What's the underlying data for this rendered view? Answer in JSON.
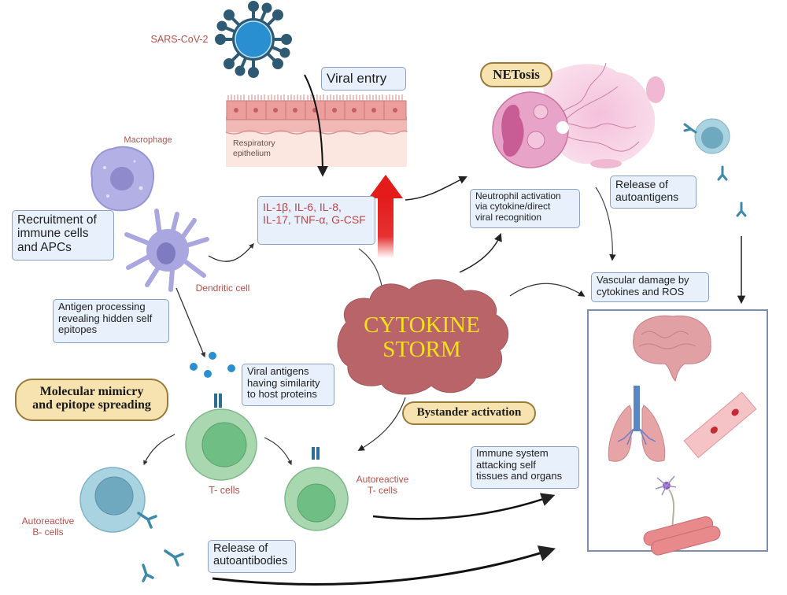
{
  "diagram": {
    "title_center": {
      "line1": "CYTOKINE",
      "line2": "STORM"
    },
    "labels": {
      "virus": "SARS-CoV-2",
      "epithelium_line1": "Respiratory",
      "epithelium_line2": "epithelium",
      "macrophage": "Macrophage",
      "dendritic": "Dendritic cell",
      "tcells": "T- cells",
      "autoreactive_t_line1": "Autoreactive",
      "autoreactive_t_line2": "T- cells",
      "autoreactive_b_line1": "Autoreactive",
      "autoreactive_b_line2": "B- cells"
    },
    "boxes": {
      "viral_entry": "Viral entry",
      "cytokines_line1": "IL-1β, IL-6, IL-8,",
      "cytokines_line2": "IL-17, TNF-α, G-CSF",
      "recruitment_line1": "Recruitment of",
      "recruitment_line2": "immune cells",
      "recruitment_line3": "and APCs",
      "antigen_line1": "Antigen processing",
      "antigen_line2": "revealing hidden self",
      "antigen_line3": "epitopes",
      "viral_antigens_line1": "Viral antigens",
      "viral_antigens_line2": "having similarity",
      "viral_antigens_line3": "to host proteins",
      "neutrophil_line1": "Neutrophil activation",
      "neutrophil_line2": "via cytokine/direct",
      "neutrophil_line3": "viral recognition",
      "autoantigens_line1": "Release of",
      "autoantigens_line2": "autoantigens",
      "vascular_line1": "Vascular damage by",
      "vascular_line2": "cytokines and ROS",
      "immune_attack_line1": "Immune system",
      "immune_attack_line2": "attacking self",
      "immune_attack_line3": "tissues and organs",
      "autoantibodies_line1": "Release of",
      "autoantibodies_line2": "autoantibodies"
    },
    "pills": {
      "netosis": "NETosis",
      "mimicry_line1": "Molecular mimicry",
      "mimicry_line2": "and epitope spreading",
      "bystander": "Bystander activation"
    },
    "organs": [
      "brain",
      "lungs",
      "blood-vessel",
      "neuron",
      "muscle-fibers"
    ],
    "colors": {
      "virus": "#2a8fd0",
      "virus_dark": "#2e5a74",
      "cell_lavender": "#a9a6e0",
      "tcell_green": "#9fd3a8",
      "bcell_blue": "#9ccbd9",
      "neutrophil_pink": "#e7a3c8",
      "cloud": "#b86468",
      "cloud_text": "#f2e11b",
      "red_arrow": "#e31b1b",
      "label_red": "#b5504a",
      "box_fill": "#e8f1fb",
      "pill_fill": "#f7e3b0"
    }
  }
}
